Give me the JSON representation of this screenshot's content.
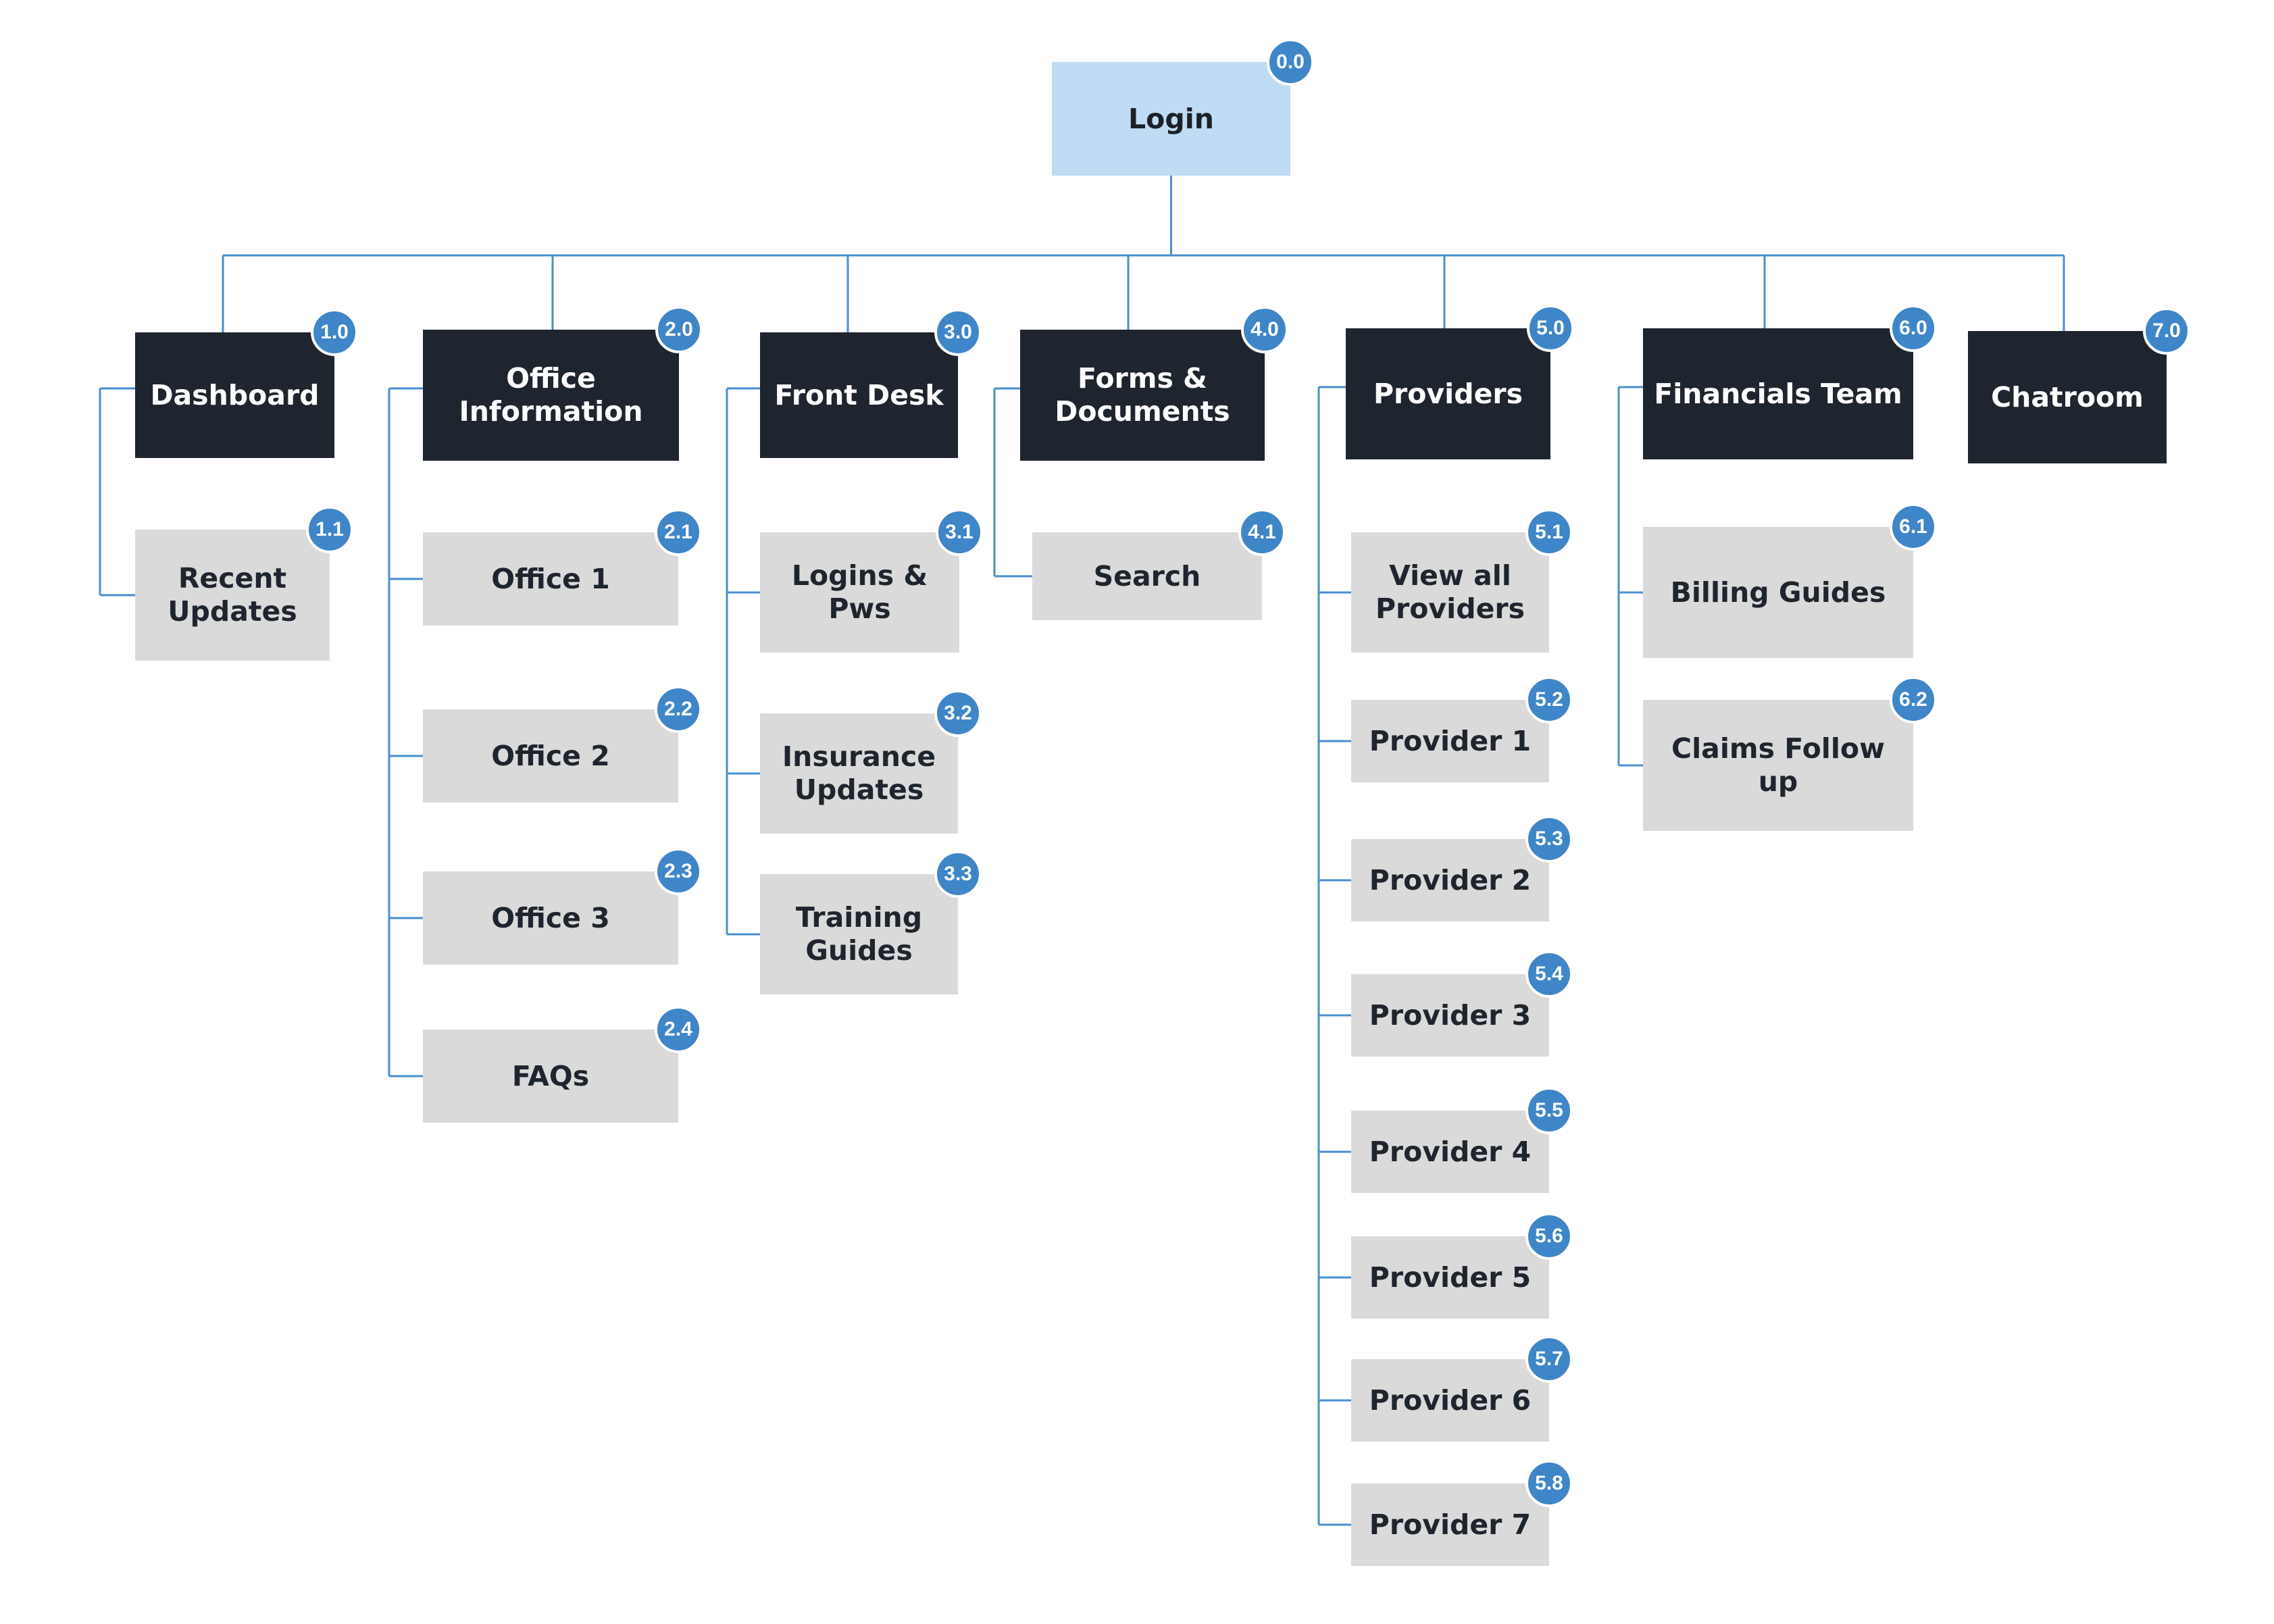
{
  "colors": {
    "root_fill": "#bfdcf4",
    "section_fill": "#1f252e",
    "page_fill": "#dadada",
    "badge_fill": "#3f86c8",
    "connector": "#4a8ed0"
  },
  "root": {
    "id": "0.0",
    "label": "Login"
  },
  "sections": [
    {
      "id": "1.0",
      "label": "Dashboard",
      "children": [
        {
          "id": "1.1",
          "label": "Recent\nUpdates"
        }
      ]
    },
    {
      "id": "2.0",
      "label": "Office\nInformation",
      "children": [
        {
          "id": "2.1",
          "label": "Office 1"
        },
        {
          "id": "2.2",
          "label": "Office 2"
        },
        {
          "id": "2.3",
          "label": "Office 3"
        },
        {
          "id": "2.4",
          "label": "FAQs"
        }
      ]
    },
    {
      "id": "3.0",
      "label": "Front Desk",
      "children": [
        {
          "id": "3.1",
          "label": "Logins &\nPws"
        },
        {
          "id": "3.2",
          "label": "Insurance\nUpdates"
        },
        {
          "id": "3.3",
          "label": "Training\nGuides"
        }
      ]
    },
    {
      "id": "4.0",
      "label": "Forms &\nDocuments",
      "children": [
        {
          "id": "4.1",
          "label": "Search"
        }
      ]
    },
    {
      "id": "5.0",
      "label": "Providers",
      "children": [
        {
          "id": "5.1",
          "label": "View all\nProviders"
        },
        {
          "id": "5.2",
          "label": "Provider 1"
        },
        {
          "id": "5.3",
          "label": "Provider 2"
        },
        {
          "id": "5.4",
          "label": "Provider 3"
        },
        {
          "id": "5.5",
          "label": "Provider 4"
        },
        {
          "id": "5.6",
          "label": "Provider 5"
        },
        {
          "id": "5.7",
          "label": "Provider 6"
        },
        {
          "id": "5.8",
          "label": "Provider 7"
        }
      ]
    },
    {
      "id": "6.0",
      "label": "Financials Team",
      "children": [
        {
          "id": "6.1",
          "label": "Billing Guides"
        },
        {
          "id": "6.2",
          "label": "Claims Follow up"
        }
      ]
    },
    {
      "id": "7.0",
      "label": "Chatroom",
      "children": []
    }
  ]
}
